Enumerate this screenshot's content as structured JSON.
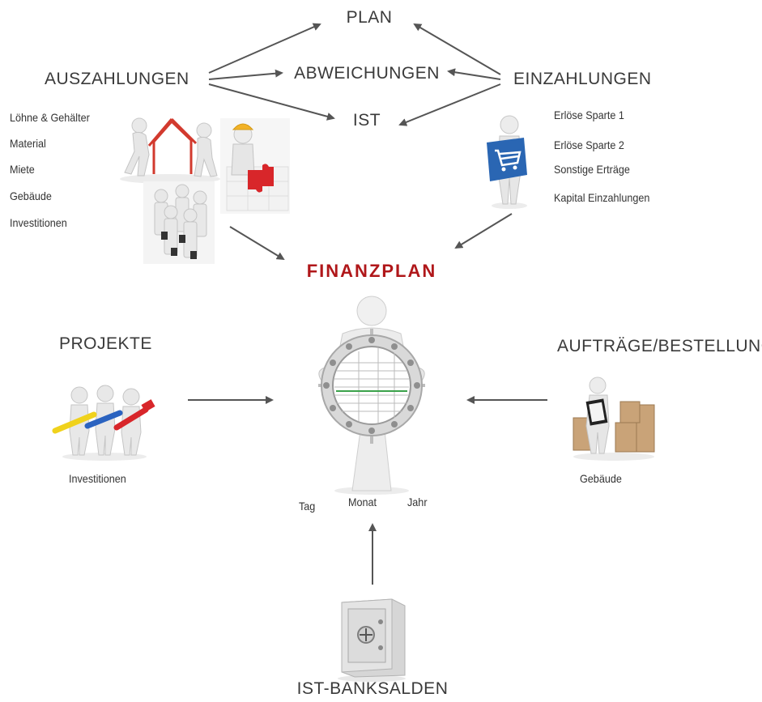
{
  "center": {
    "title": "FINANZPLAN",
    "periods": [
      "Tag",
      "Monat",
      "Jahr"
    ]
  },
  "top": {
    "plan": "PLAN",
    "abweichungen": "ABWEICHUNGEN",
    "ist": "IST"
  },
  "auszahlungen": {
    "title": "AUSZAHLUNGEN",
    "items": [
      "Löhne & Gehälter",
      "Material",
      "Miete",
      "Gebäude",
      "Investitionen"
    ]
  },
  "einzahlungen": {
    "title": "EINZAHLUNGEN",
    "items": [
      "Erlöse Sparte 1",
      "Erlöse Sparte 2",
      "Sonstige Erträge",
      "Kapital Einzahlungen"
    ]
  },
  "projekte": {
    "title": "PROJEKTE",
    "caption": "Investitionen"
  },
  "auftraege": {
    "title": "AUFTRÄGE/BESTELLUNGEN",
    "caption": "Gebäude"
  },
  "bank": {
    "title": "IST-BANKSALDEN"
  },
  "colors": {
    "accent": "#b0171a",
    "text": "#3a3a3a",
    "arrow": "#555555"
  },
  "icons": [
    "house-workers-icon",
    "construction-worker-puzzle-icon",
    "business-people-icon",
    "shopping-cart-figure-icon",
    "steering-wheel-figure-icon",
    "tool-workers-icon",
    "clipboard-boxes-icon",
    "safe-icon"
  ]
}
